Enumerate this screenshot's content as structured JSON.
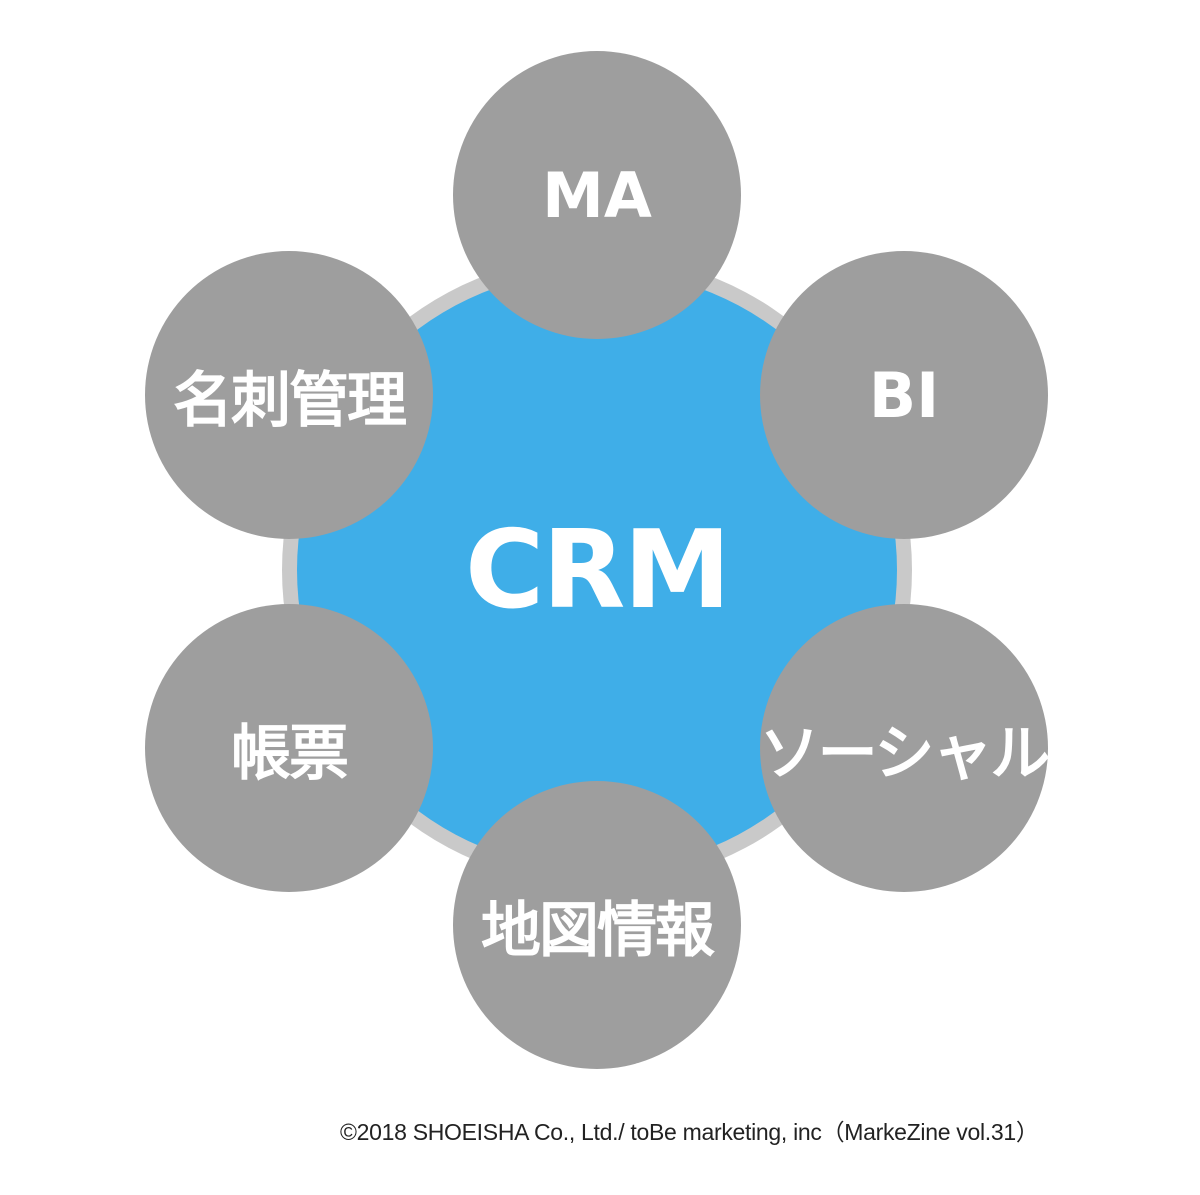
{
  "diagram": {
    "center": {
      "label": "CRM",
      "color": "#3faee8",
      "ring_color": "#c9c9c9"
    },
    "satellite_color": "#9e9e9e",
    "satellites": [
      {
        "label": "MA"
      },
      {
        "label": "BI"
      },
      {
        "label": "ソーシャル"
      },
      {
        "label": "地図情報"
      },
      {
        "label": "帳票"
      },
      {
        "label": "名刺管理"
      }
    ]
  },
  "credit": "©2018 SHOEISHA Co., Ltd./ toBe marketing, inc（MarkeZine vol.31）"
}
